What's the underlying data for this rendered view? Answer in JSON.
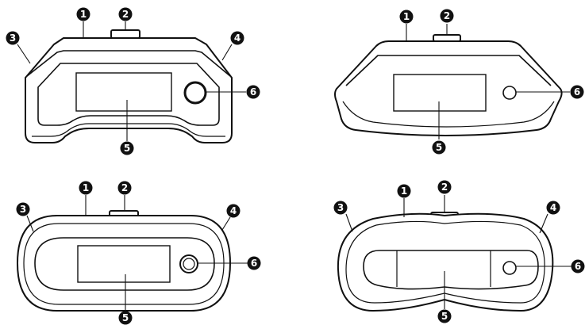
{
  "colors": {
    "line": "#111111",
    "marker_fill": "#111111",
    "marker_text": "#ffffff",
    "background": "#ffffff"
  },
  "devices": [
    {
      "markers": [
        "1",
        "2",
        "3",
        "4",
        "5",
        "6"
      ]
    },
    {
      "markers": [
        "1",
        "2",
        "5",
        "6"
      ]
    },
    {
      "markers": [
        "1",
        "2",
        "3",
        "4",
        "5",
        "6"
      ]
    },
    {
      "markers": [
        "1",
        "2",
        "3",
        "4",
        "5",
        "6"
      ]
    }
  ]
}
